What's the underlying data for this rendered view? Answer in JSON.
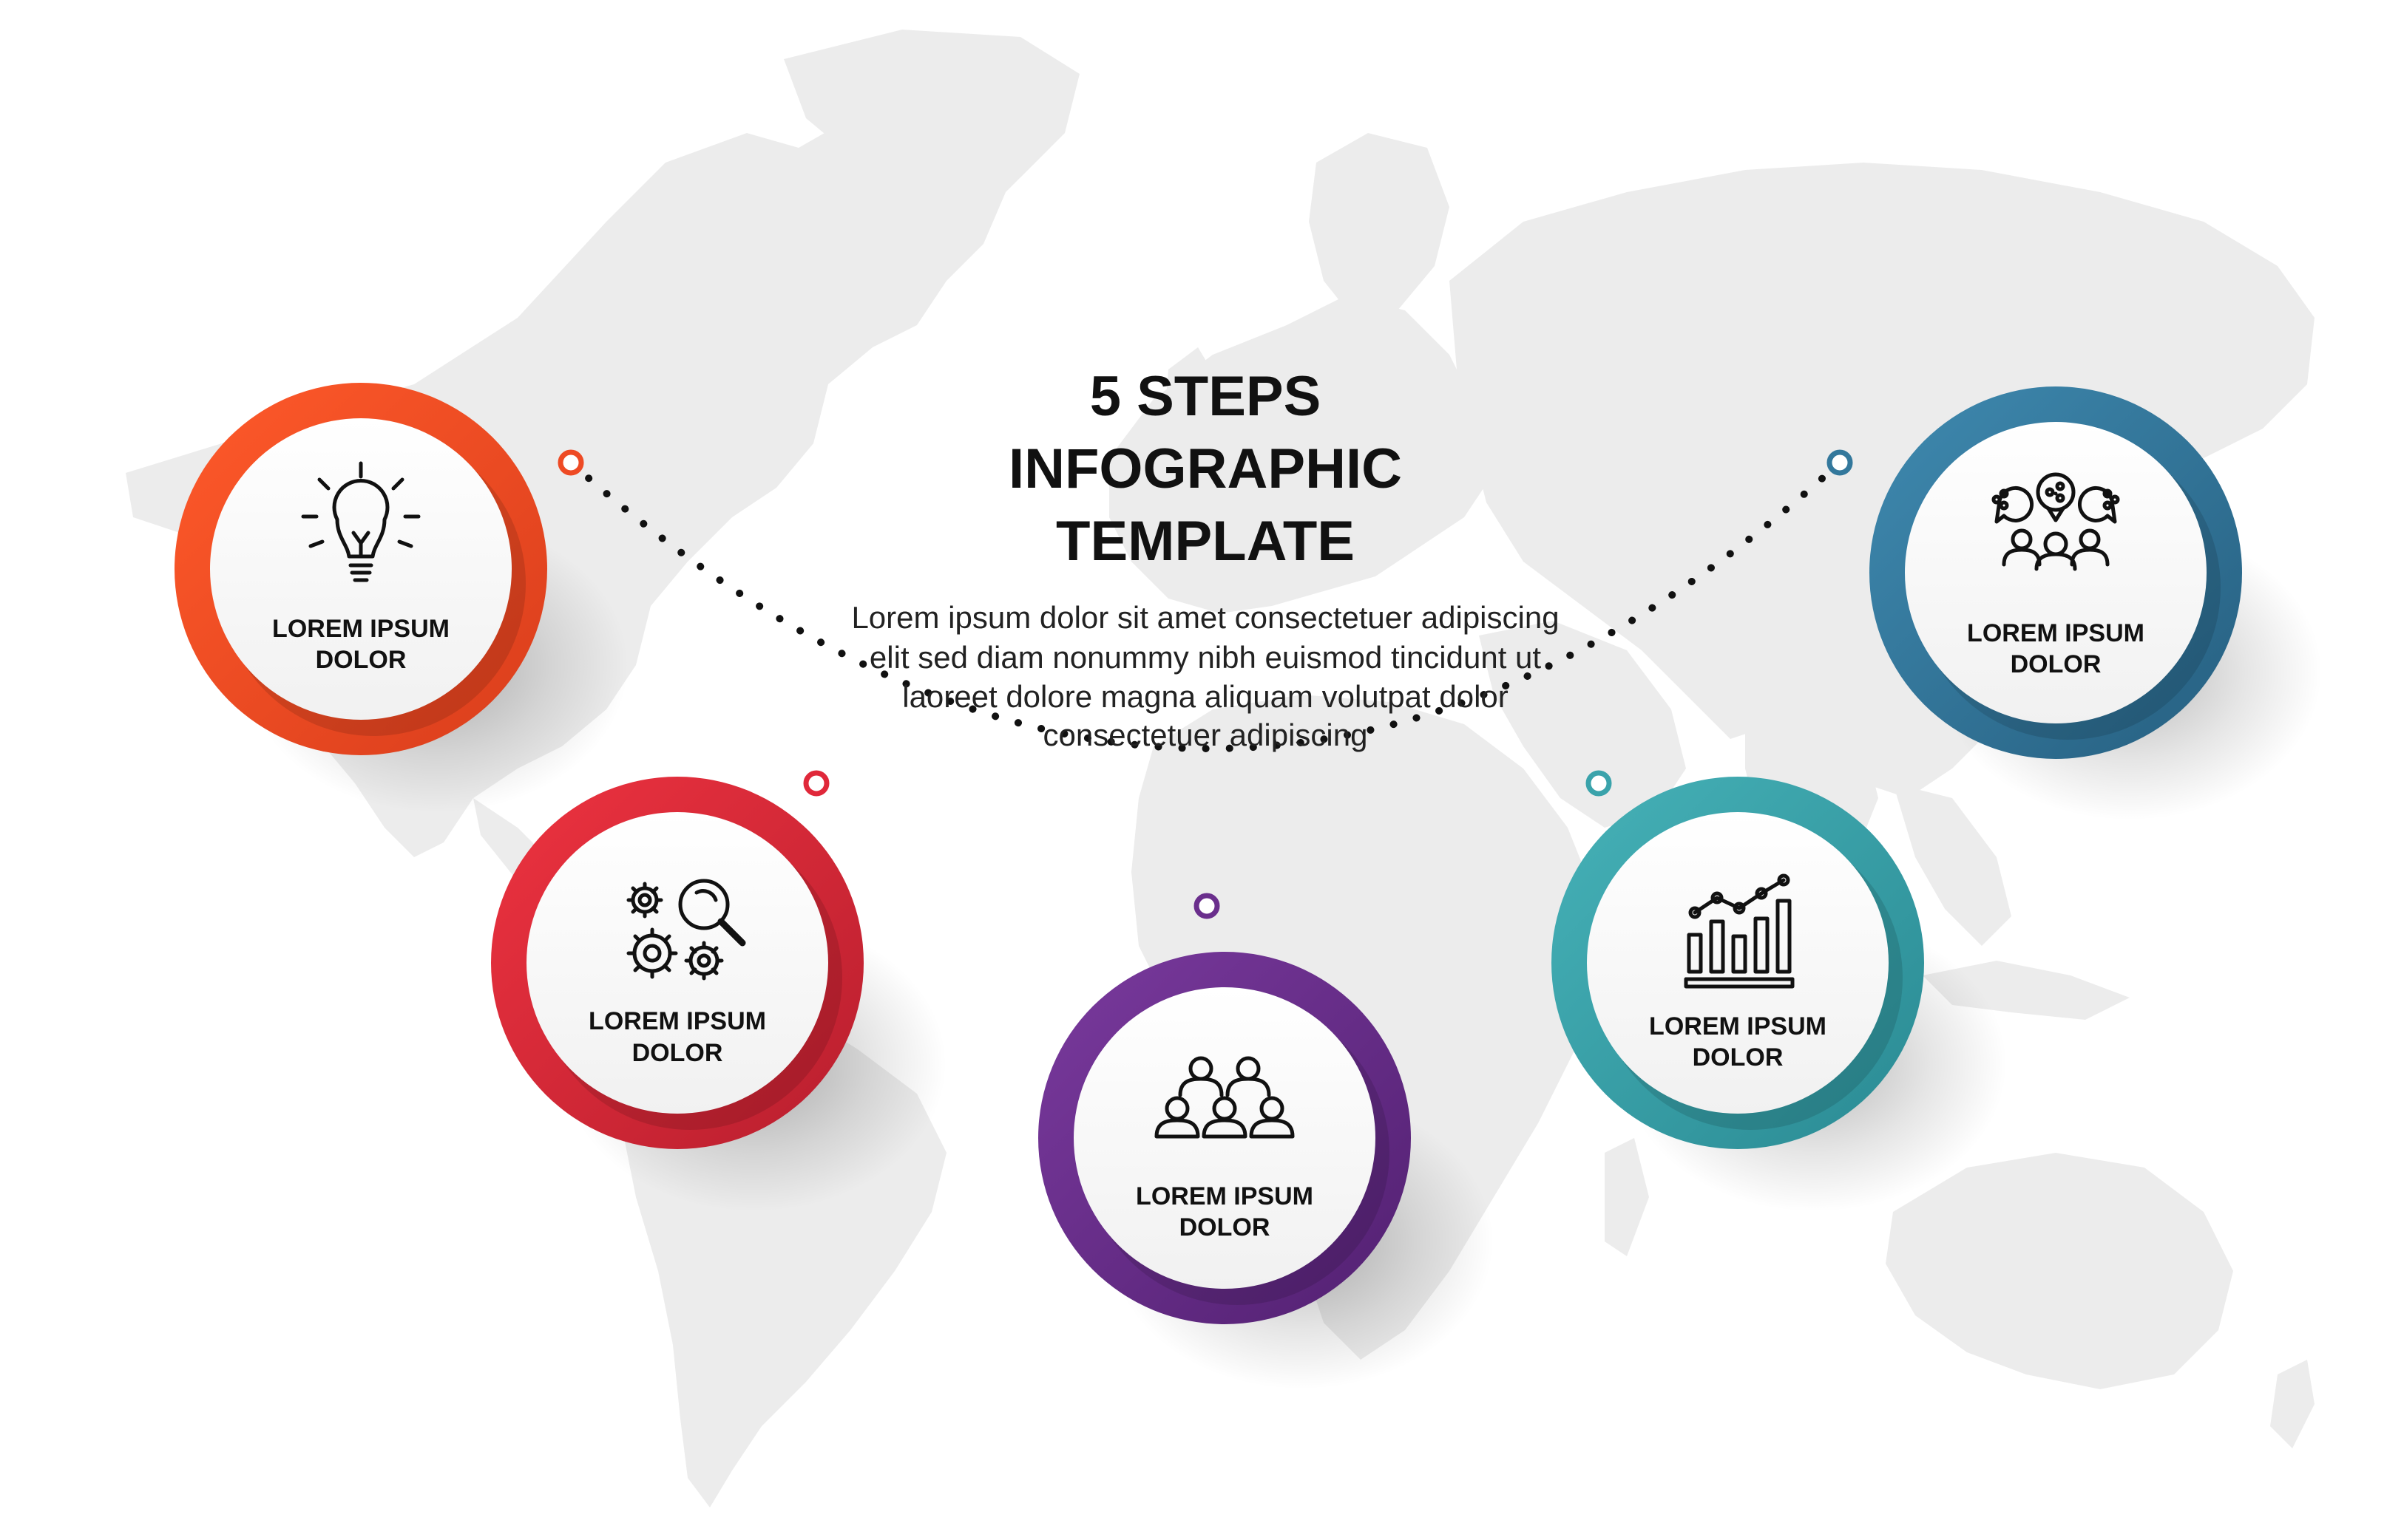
{
  "title": {
    "line1": "5 STEPS",
    "line2": "INFOGRAPHIC",
    "line3": "TEMPLATE"
  },
  "description": {
    "line1": "Lorem ipsum dolor sit amet consectetuer adipiscing",
    "line2": "elit sed diam nonummy nibh euismod tincidunt ut",
    "line3": "laoreet dolore magna aliquam volutpat dolor",
    "line4": "consectetuer adipiscing"
  },
  "steps": [
    {
      "label_line1": "LOREM IPSUM",
      "label_line2": "DOLOR",
      "icon": "lightbulb-icon",
      "color": "#ee4a24"
    },
    {
      "label_line1": "LOREM IPSUM",
      "label_line2": "DOLOR",
      "icon": "gears-search-icon",
      "color": "#e0283a"
    },
    {
      "label_line1": "LOREM IPSUM",
      "label_line2": "DOLOR",
      "icon": "team-icon",
      "color": "#6a2e8c"
    },
    {
      "label_line1": "LOREM IPSUM",
      "label_line2": "DOLOR",
      "icon": "bar-chart-icon",
      "color": "#3aa3ab"
    },
    {
      "label_line1": "LOREM IPSUM",
      "label_line2": "DOLOR",
      "icon": "network-people-icon",
      "color": "#33789c"
    }
  ],
  "colors": {
    "map": "#ececec",
    "dots": "#111111",
    "background": "#ffffff"
  }
}
